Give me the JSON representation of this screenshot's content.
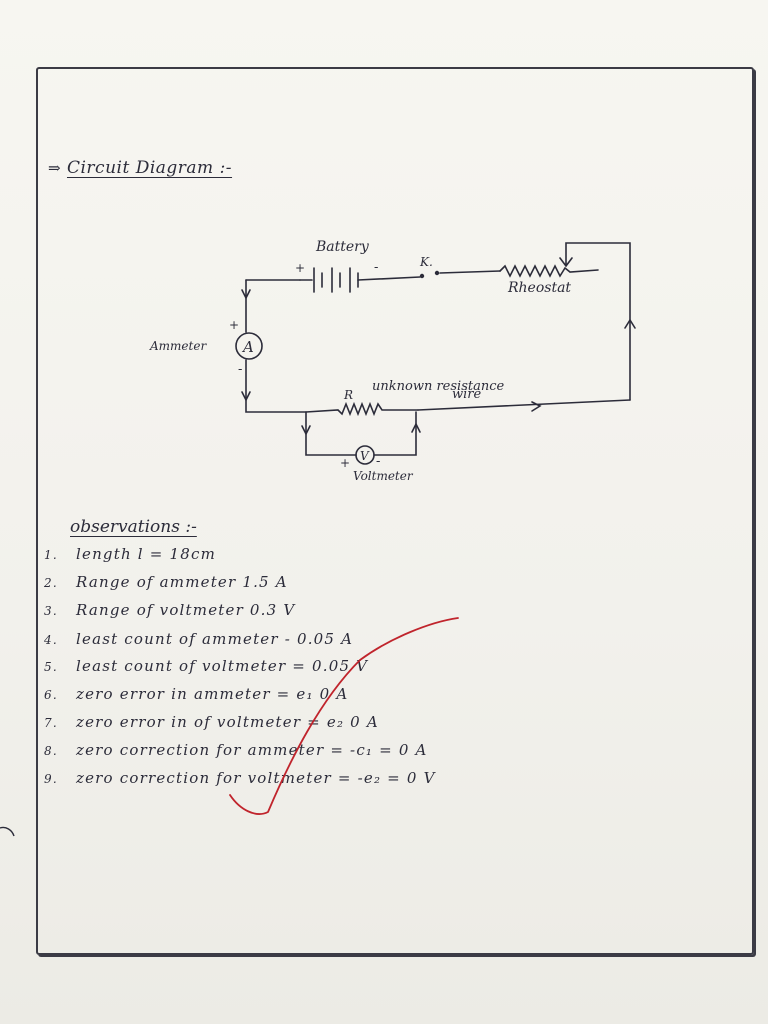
{
  "page": {
    "heading_arrow": "⇒",
    "heading": "Circuit Diagram :-"
  },
  "diagram": {
    "battery_label": "Battery",
    "battery_plus": "+",
    "battery_minus": "-",
    "key_label": "K.",
    "rheostat_label": "Rheostat",
    "ammeter_label": "Ammeter",
    "ammeter_symbol": "A",
    "ammeter_plus": "+",
    "ammeter_minus": "-",
    "resistor_label": "R",
    "wire_label_line1": "unknown resistance",
    "wire_label_line2": "wire",
    "voltmeter_symbol": "V",
    "voltmeter_plus": "+",
    "voltmeter_minus": "-",
    "voltmeter_label": "Voltmeter",
    "colors": {
      "ink": "#2c2c3a",
      "tick": "#c0242c"
    }
  },
  "observations": {
    "heading": "observations :-",
    "items": [
      {
        "num": "1.",
        "text": "length   l = 18cm"
      },
      {
        "num": "2.",
        "text": "Range of ammeter  1.5 A"
      },
      {
        "num": "3.",
        "text": "Range of voltmeter  0.3 V"
      },
      {
        "num": "4.",
        "text": "least count of ammeter - 0.05 A"
      },
      {
        "num": "5.",
        "text": "least count of voltmeter = 0.05 V"
      },
      {
        "num": "6.",
        "text": "zero  error  in  ammeter = e₁  0 A"
      },
      {
        "num": "7.",
        "text": "zero   error  in of voltmeter = e₂  0 A"
      },
      {
        "num": "8.",
        "text": "zero   correction  for  ammeter = -c₁ = 0 A"
      },
      {
        "num": "9.",
        "text": "zero   correction  for  voltmeter = -e₂ = 0 V"
      }
    ]
  }
}
